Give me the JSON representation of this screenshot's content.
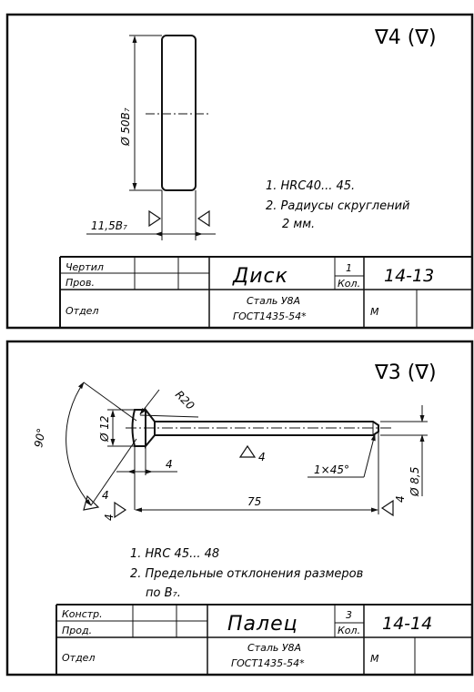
{
  "drawing1": {
    "roughness": "∇4 (∇)",
    "dim_diameter": "Ø 50В₇",
    "dim_thickness": "11,5В₇",
    "notes": [
      "1. HRC40... 45.",
      "2. Радиусы скруглений",
      "2 мм."
    ],
    "title_block": {
      "row1_label": "Чертил",
      "row2_label": "Пров.",
      "row3_label": "Отдел",
      "part_name": "Диск",
      "qty_value": "1",
      "qty_label": "Кол.",
      "code": "14-13",
      "material_line1": "Сталь У8А",
      "material_line2": "ГОСТ1435-54*",
      "scale": "М"
    }
  },
  "drawing2": {
    "roughness": "∇3 (∇)",
    "dim_angle": "90°",
    "dim_radius": "R20",
    "dim_head": "Ø 12",
    "dim_4a": "4",
    "dim_length": "75",
    "dim_chamfer": "1×45°",
    "dim_shaft": "Ø 8,5",
    "rough_mid": "4",
    "rough_left": "4",
    "rough_left2": "4",
    "rough_right": "4",
    "notes": [
      "1. HRC 45... 48",
      "2. Предельные отклонения размеров",
      "по В₇."
    ],
    "title_block": {
      "row1_label": "Констр.",
      "row2_label": "Прод.",
      "row3_label": "Отдел",
      "part_name": "Палец",
      "qty_value": "3",
      "qty_label": "Кол.",
      "code": "14-14",
      "material_line1": "Сталь У8А",
      "material_line2": "ГОСТ1435-54*",
      "scale": "М"
    }
  }
}
